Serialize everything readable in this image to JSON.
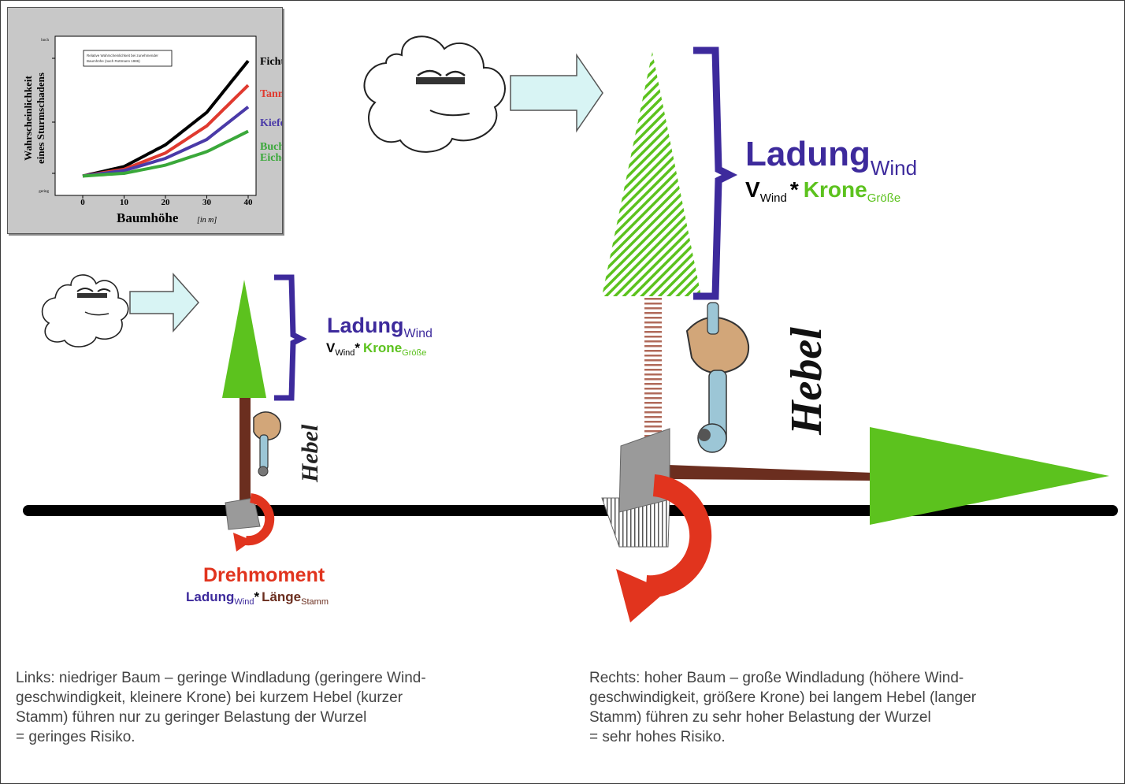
{
  "inset_chart": {
    "y_label_line1": "Wahrscheinlichkeit",
    "y_label_line2": "eines Sturmschadens",
    "y_tick_top": "hoch",
    "y_tick_bottom": "gering",
    "x_label": "Baumhöhe",
    "x_unit": "[in m]",
    "legend_box_line1": "Relative Wahrscheinlichkeit bei zunehmender",
    "legend_box_line2": "Baumhöhe (nach Rottmann 1986)",
    "species_fichte": "Fichte",
    "species_tanne": "Tanne",
    "species_kiefer": "Kiefer",
    "species_buche_1": "Buche,",
    "species_buche_2": "Eiche",
    "colors": {
      "fichte": "#000000",
      "tanne": "#e03a2f",
      "kiefer": "#4a3aa8",
      "buche": "#3aa83a"
    },
    "chart_data": {
      "type": "line",
      "x": [
        0,
        10,
        20,
        30,
        40
      ],
      "xlabel": "Baumhöhe",
      "ylabel": "Wahrscheinlichkeit eines Sturmschadens",
      "series": [
        {
          "name": "Fichte",
          "values": [
            0.05,
            0.12,
            0.28,
            0.52,
            0.9
          ]
        },
        {
          "name": "Tanne",
          "values": [
            0.05,
            0.1,
            0.22,
            0.42,
            0.72
          ]
        },
        {
          "name": "Kiefer",
          "values": [
            0.05,
            0.09,
            0.18,
            0.32,
            0.56
          ]
        },
        {
          "name": "Buche, Eiche",
          "values": [
            0.05,
            0.07,
            0.13,
            0.23,
            0.38
          ]
        }
      ]
    }
  },
  "left_diagram": {
    "load_title": "Ladung",
    "load_sub": "Wind",
    "formula_v": "V",
    "formula_v_sub": "Wind",
    "formula_star": "*",
    "formula_krone": "Krone",
    "formula_krone_sub": "Größe",
    "hebel": "Hebel",
    "torque_title": "Drehmoment",
    "torque_ladung": "Ladung",
    "torque_ladung_sub": "Wind",
    "torque_star": "*",
    "torque_laenge": "Länge",
    "torque_laenge_sub": "Stamm"
  },
  "right_diagram": {
    "load_title": "Ladung",
    "load_sub": "Wind",
    "formula_v": "V",
    "formula_v_sub": "Wind",
    "formula_star": "*",
    "formula_krone": "Krone",
    "formula_krone_sub": "Größe",
    "hebel": "Hebel"
  },
  "captions": {
    "left": "Links: niedriger Baum – geringe Windladung (geringere Wind-\ngeschwindigkeit, kleinere Krone) bei kurzem Hebel (kurzer\nStamm) führen nur zu geringer Belastung der Wurzel\n= geringes Risiko.",
    "right": "Rechts: hoher Baum – große Windladung (höhere Wind-\ngeschwindigkeit, größere Krone) bei langem Hebel (langer\nStamm) führen zu sehr hoher Belastung der Wurzel\n= sehr hohes Risiko."
  },
  "colors": {
    "purple": "#3d2a9c",
    "green": "#5cc21e",
    "red": "#e1341e",
    "brown": "#6b2e1f",
    "arrow_fill": "#d8f4f4",
    "trunk_stripe": "#b06a5a"
  }
}
